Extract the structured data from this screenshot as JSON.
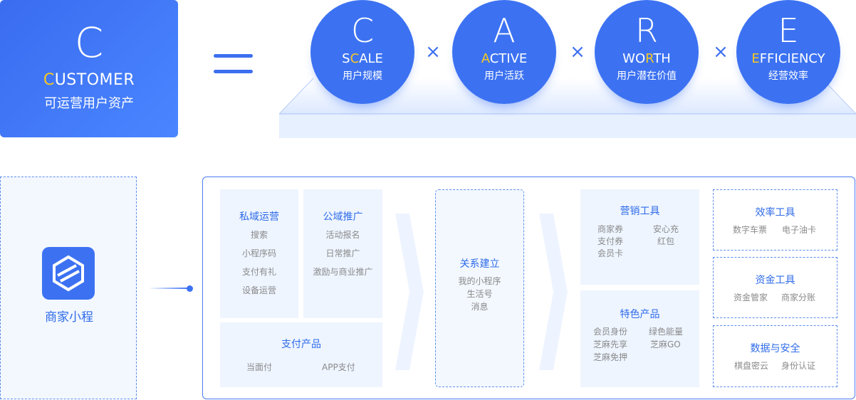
{
  "header": {
    "letter": "C",
    "word_first": "C",
    "word_rest": "USTOMER",
    "subtitle": "可运营用户资产"
  },
  "factors": [
    {
      "letter": "C",
      "pre": "S",
      "hl": "C",
      "post": "ALE",
      "cn": "用户规模"
    },
    {
      "letter": "A",
      "pre": "",
      "hl": "A",
      "post": "CTIVE",
      "cn": "用户活跃"
    },
    {
      "letter": "R",
      "pre": "WO",
      "hl": "R",
      "post": "TH",
      "cn": "用户潜在价值"
    },
    {
      "letter": "E",
      "pre": "",
      "hl": "E",
      "post": "FFICIENCY",
      "cn": "经营效率"
    }
  ],
  "times_symbol": "×",
  "merchant": {
    "label": "商家小程"
  },
  "private": {
    "title": "私域运营",
    "items": [
      "搜索",
      "小程序码",
      "支付有礼",
      "设备运营"
    ]
  },
  "public": {
    "title": "公域推广",
    "items": [
      "活动报名",
      "日常推广",
      "激励与商业推广"
    ]
  },
  "payment": {
    "title": "支付产品",
    "items": [
      "当面付",
      "APP支付"
    ]
  },
  "relation": {
    "title": "关系建立",
    "items": [
      "我的小程序",
      "生活号",
      "消息"
    ]
  },
  "marketing": {
    "title": "营销工具",
    "items": [
      "商家券",
      "安心充",
      "支付券",
      "红包",
      "会员卡"
    ]
  },
  "featured": {
    "title": "特色产品",
    "items": [
      "会员身份",
      "绿色能量",
      "芝麻先享",
      "芝麻GO",
      "芝麻免押"
    ]
  },
  "efficiency": {
    "title": "效率工具",
    "items": [
      "数字车票",
      "电子油卡"
    ]
  },
  "funds": {
    "title": "资金工具",
    "items": [
      "资金管家",
      "商家分账"
    ]
  },
  "security": {
    "title": "数据与安全",
    "items": [
      "棋盘密云",
      "身份认证"
    ]
  },
  "colors": {
    "primary": "#3c72f2",
    "highlight": "#f8c920",
    "title": "#2f6be8"
  }
}
